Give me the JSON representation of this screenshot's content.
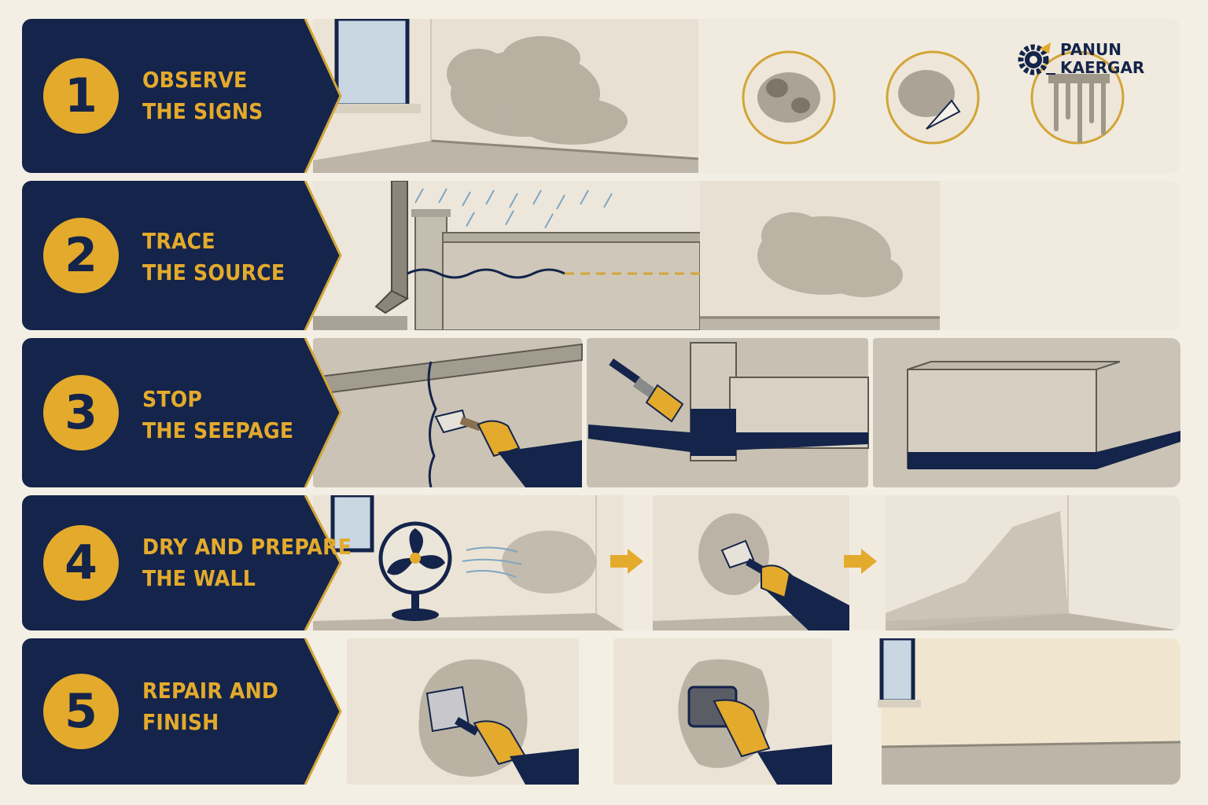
{
  "steps": [
    {
      "number": "1",
      "line1": "OBSERVE",
      "line2": "THE SIGNS"
    },
    {
      "number": "2",
      "line1": "TRACE",
      "line2": "THE SOURCE"
    },
    {
      "number": "3",
      "line1": "STOP",
      "line2": "THE SEEPAGE"
    },
    {
      "number": "4",
      "line1": "DRY AND PREPARE",
      "line2": "THE WALL"
    },
    {
      "number": "5",
      "line1": "REPAIR AND",
      "line2": "FINISH"
    }
  ],
  "brand": {
    "line1": "PANUN",
    "line2": "KAERGAR"
  },
  "colors": {
    "navy": "#14244a",
    "gold": "#e3aa2c",
    "wall": "#ece6da",
    "damp": "#b9b2a4"
  },
  "icons": [
    "mold-patch-icon",
    "peeling-paint-icon",
    "water-streaks-icon",
    "gear-icon",
    "fan-icon",
    "putty-knife-icon",
    "paint-brush-icon",
    "sanding-block-icon",
    "arrow-right-icon"
  ]
}
